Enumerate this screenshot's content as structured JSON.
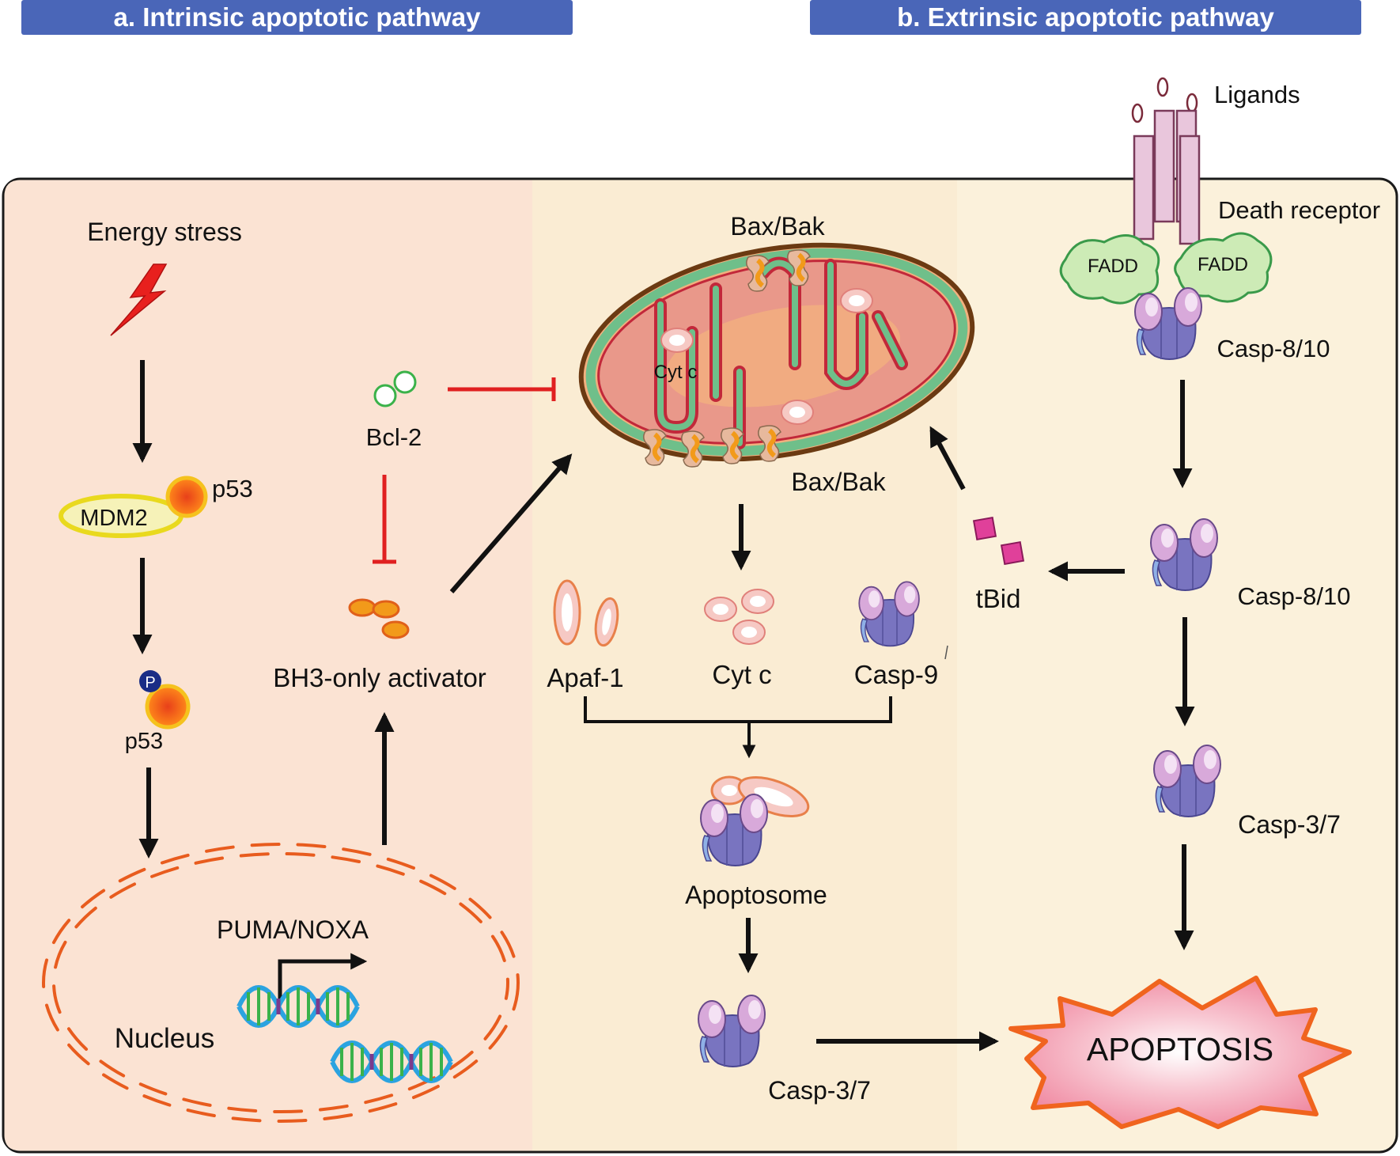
{
  "headers": {
    "intrinsic": "a. Intrinsic apoptotic pathway",
    "extrinsic": "b. Extrinsic apoptotic pathway"
  },
  "labels": {
    "energy_stress": "Energy stress",
    "mdm2": "MDM2",
    "p53_bound": "p53",
    "phospho": "P",
    "p53": "p53",
    "nucleus": "Nucleus",
    "puma_noxa": "PUMA/NOXA",
    "bcl2": "Bcl-2",
    "bh3": "BH3-only activator",
    "bax_bak_top": "Bax/Bak",
    "bax_bak_bottom": "Bax/Bak",
    "cytc_mito": "Cyt c",
    "apaf1": "Apaf-1",
    "cytc": "Cyt c",
    "casp9": "Casp-9",
    "apoptosome": "Apoptosome",
    "casp37_intrinsic": "Casp-3/7",
    "ligands": "Ligands",
    "death_receptor": "Death receptor",
    "fadd_left": "FADD",
    "fadd_right": "FADD",
    "casp810_top": "Casp-8/10",
    "casp810_mid": "Casp-8/10",
    "tbid": "tBid",
    "casp37_extrinsic": "Casp-3/7",
    "apoptosis": "APOPTOSIS"
  },
  "colors": {
    "header_bg": "#4a66b8",
    "intrinsic_panel": "#fbe3d3",
    "mito_panel": "#faecd3",
    "extrinsic_panel": "#fbf1db",
    "inhibition_red": "#e02020",
    "nucleus_orange": "#e85c1e",
    "caspase_purple": "#7c74c0",
    "apoptosis_pink": "#f3a2b4"
  }
}
